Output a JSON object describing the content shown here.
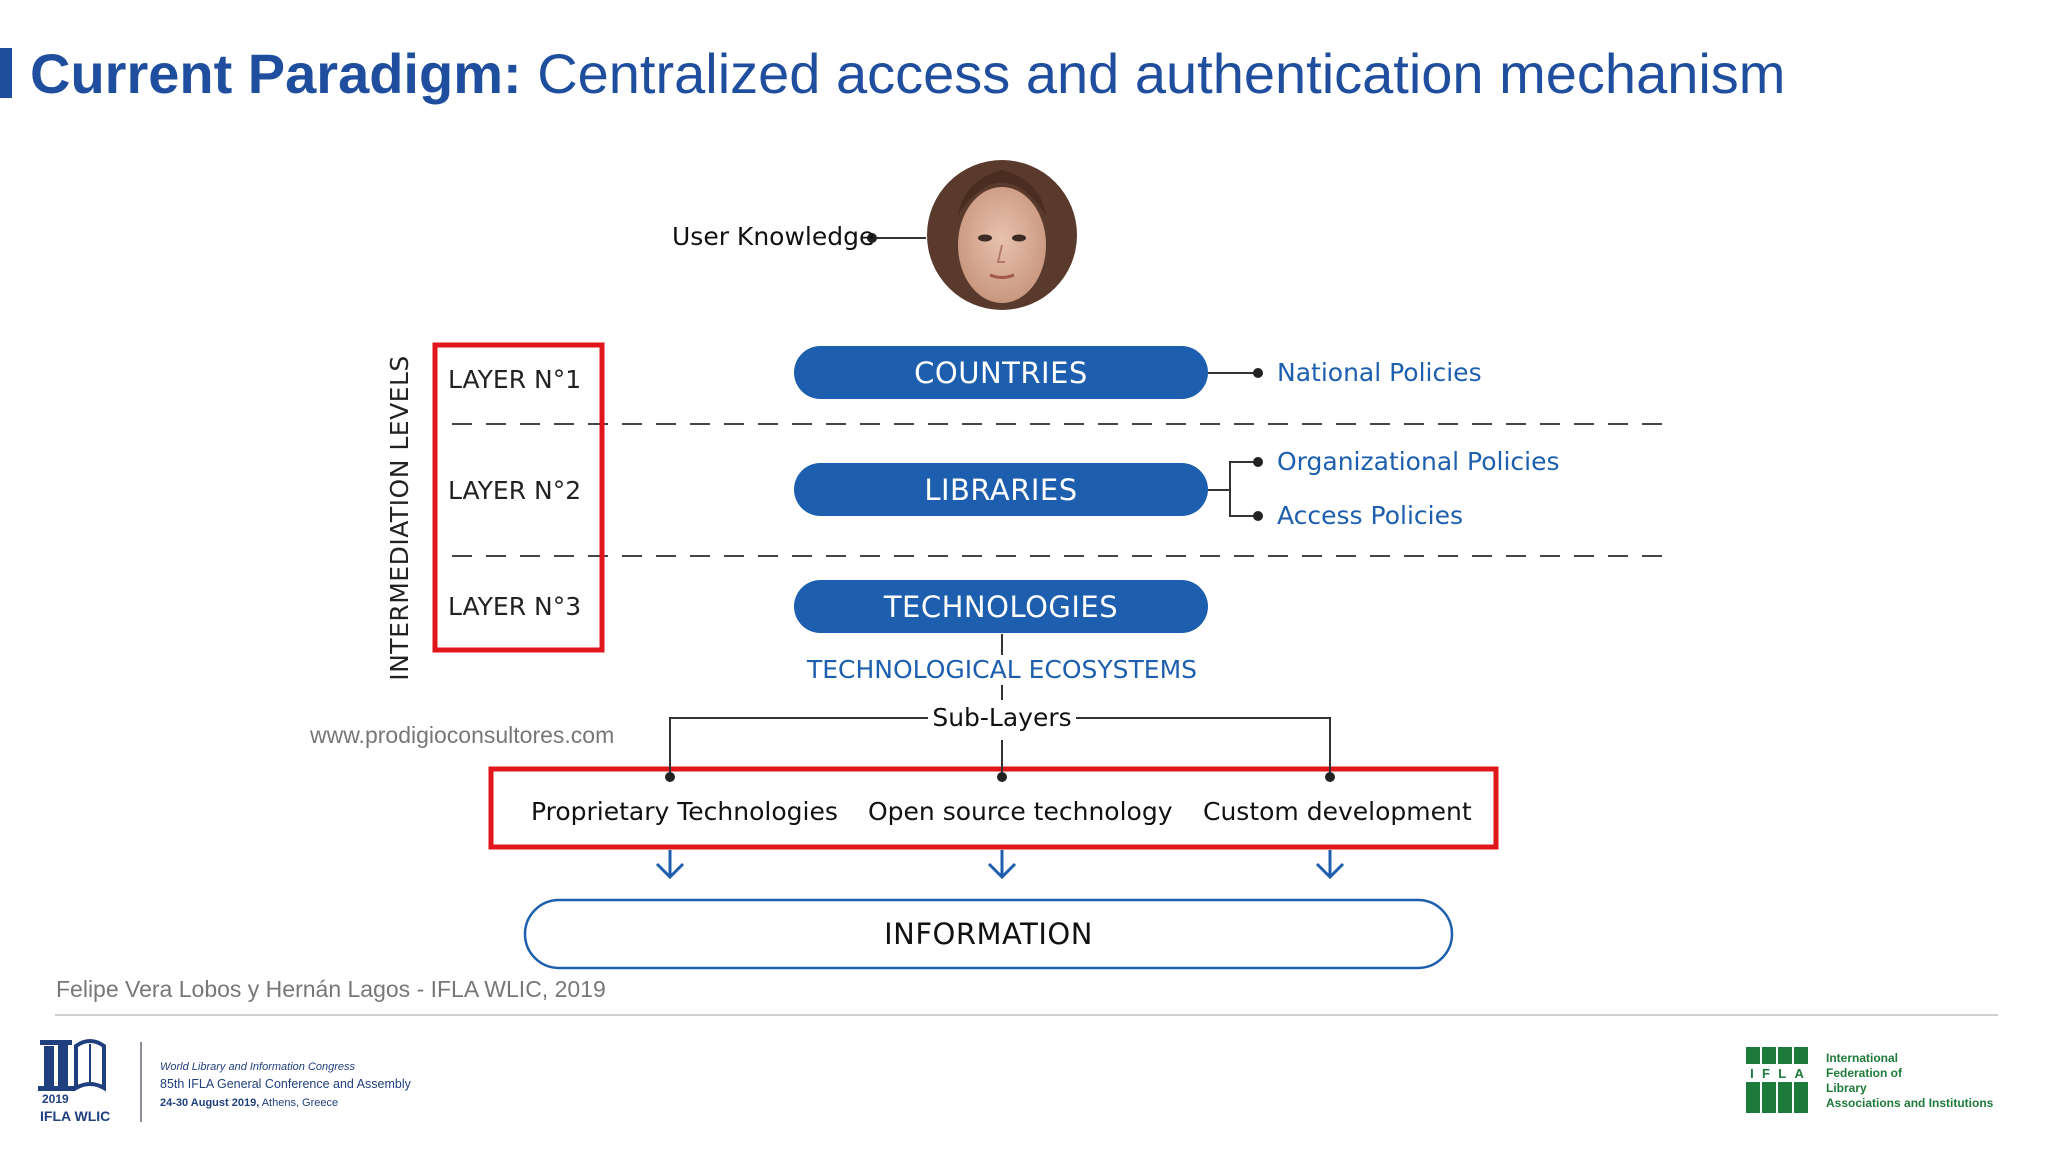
{
  "slide": {
    "title_bold": "Current Paradigm:",
    "title_rest": " Centralized access and authentication mechanism"
  },
  "diagram": {
    "user_knowledge": "User Knowledge",
    "vertical_label": "INTERMEDIATION LEVELS",
    "layers": [
      "LAYER N°1",
      "LAYER N°2",
      "LAYER N°3"
    ],
    "countries": "COUNTRIES",
    "libraries": "LIBRARIES",
    "technologies": "TECHNOLOGIES",
    "national_policies": "National Policies",
    "organizational_policies": "Organizational Policies",
    "access_policies": "Access Policies",
    "tech_ecosystems": "TECHNOLOGICAL ECOSYSTEMS",
    "sub_layers": "Sub-Layers",
    "sub_items": [
      "Proprietary Technologies",
      "Open source technology",
      "Custom development"
    ],
    "information": "INFORMATION",
    "website": "www.prodigioconsultores.com"
  },
  "footer": {
    "authors": "Felipe Vera Lobos  y Hernán Lagos -  IFLA WLIC, 2019",
    "wlic_year": "2019",
    "wlic_name": "IFLA WLIC",
    "wlic_line1": "World Library and Information Congress",
    "wlic_line2": "85th IFLA General Conference and Assembly",
    "wlic_line3_bold": "24-30 August 2019,",
    "wlic_line3_rest": " Athens, Greece",
    "ifla_letters": [
      "I",
      "F",
      "L",
      "A"
    ],
    "ifla_line1": "International",
    "ifla_line2": "Federation of",
    "ifla_line3": "Library",
    "ifla_line4": "Associations and Institutions"
  },
  "colors": {
    "title_blue": "#1f4e9e",
    "pill_blue": "#1d5fae",
    "highlight_red": "#e0161b",
    "ifla_green": "#1e7a3a"
  },
  "icons": [
    "avatar-photo",
    "arrow-down-icon",
    "wlic-logo-icon",
    "ifla-logo-icon"
  ]
}
